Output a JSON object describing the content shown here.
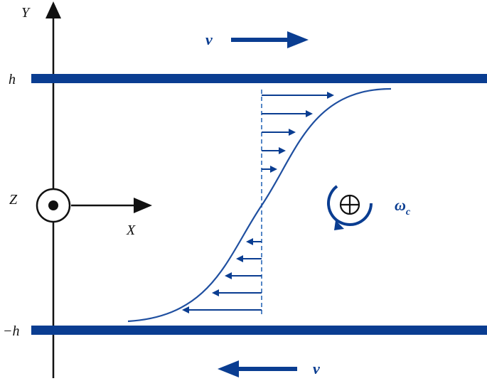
{
  "axes": {
    "y_label": "Y",
    "x_label": "X",
    "z_label": "Z"
  },
  "walls": {
    "top_label": "h",
    "bottom_label": "−h"
  },
  "velocity": {
    "top_label": "v",
    "bottom_label": "v"
  },
  "rotation": {
    "label_main": "ω",
    "label_sub": "c"
  },
  "colors": {
    "wall": "#0a3d91",
    "arrow_dark": "#0a3d91",
    "profile_curve": "#2a68b8",
    "axis": "#111111"
  },
  "icons": {
    "z_axis": "dot-in-circle-icon",
    "rotation_center": "cross-in-circle-icon",
    "rotation_direction": "curved-arrow-icon"
  }
}
